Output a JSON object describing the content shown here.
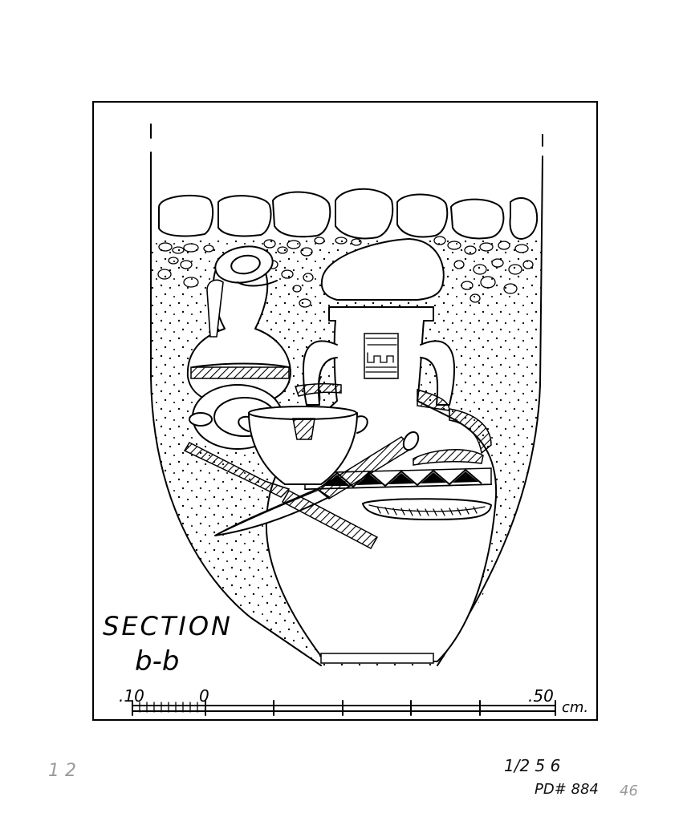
{
  "section_label": {
    "line1": "SECTION",
    "line2": "b-b"
  },
  "scale": {
    "left_label": ".10",
    "zero_label": "0",
    "right_label": ".50",
    "unit": "cm."
  },
  "margin_notes": {
    "left": "1 2",
    "center": "1/2 5 6",
    "catalog": "PD# 884",
    "right": "46"
  }
}
